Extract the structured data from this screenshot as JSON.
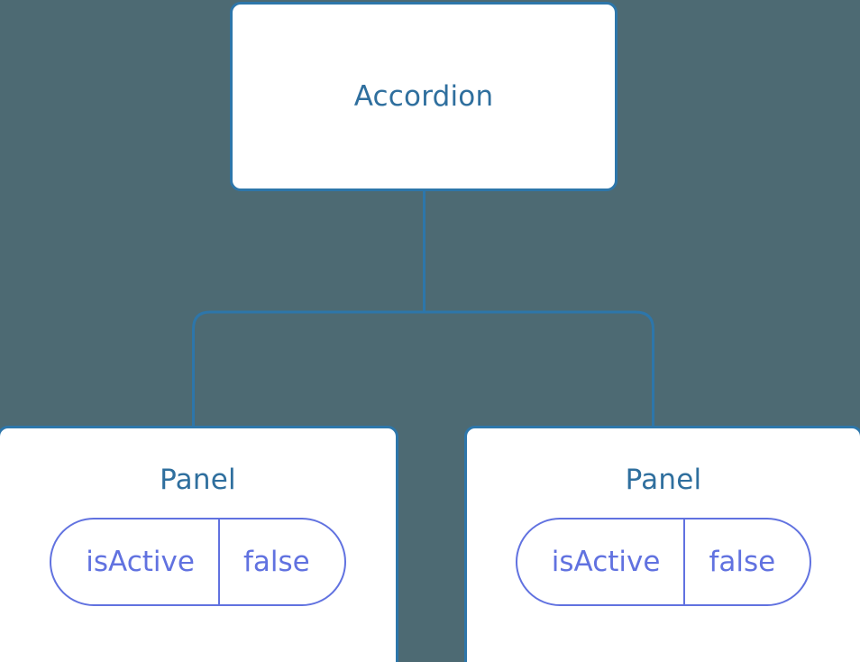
{
  "diagram": {
    "background_color": "#4d6a73",
    "node_border_color": "#2d76aa",
    "node_fill_color": "#ffffff",
    "node_title_color": "#2f6f9e",
    "prop_color": "#6172e0",
    "connector_color": "#2d76aa",
    "root": {
      "label": "Accordion"
    },
    "children": [
      {
        "label": "Panel",
        "props": [
          {
            "key": "isActive",
            "value": "false"
          }
        ]
      },
      {
        "label": "Panel",
        "props": [
          {
            "key": "isActive",
            "value": "false"
          }
        ]
      }
    ]
  }
}
